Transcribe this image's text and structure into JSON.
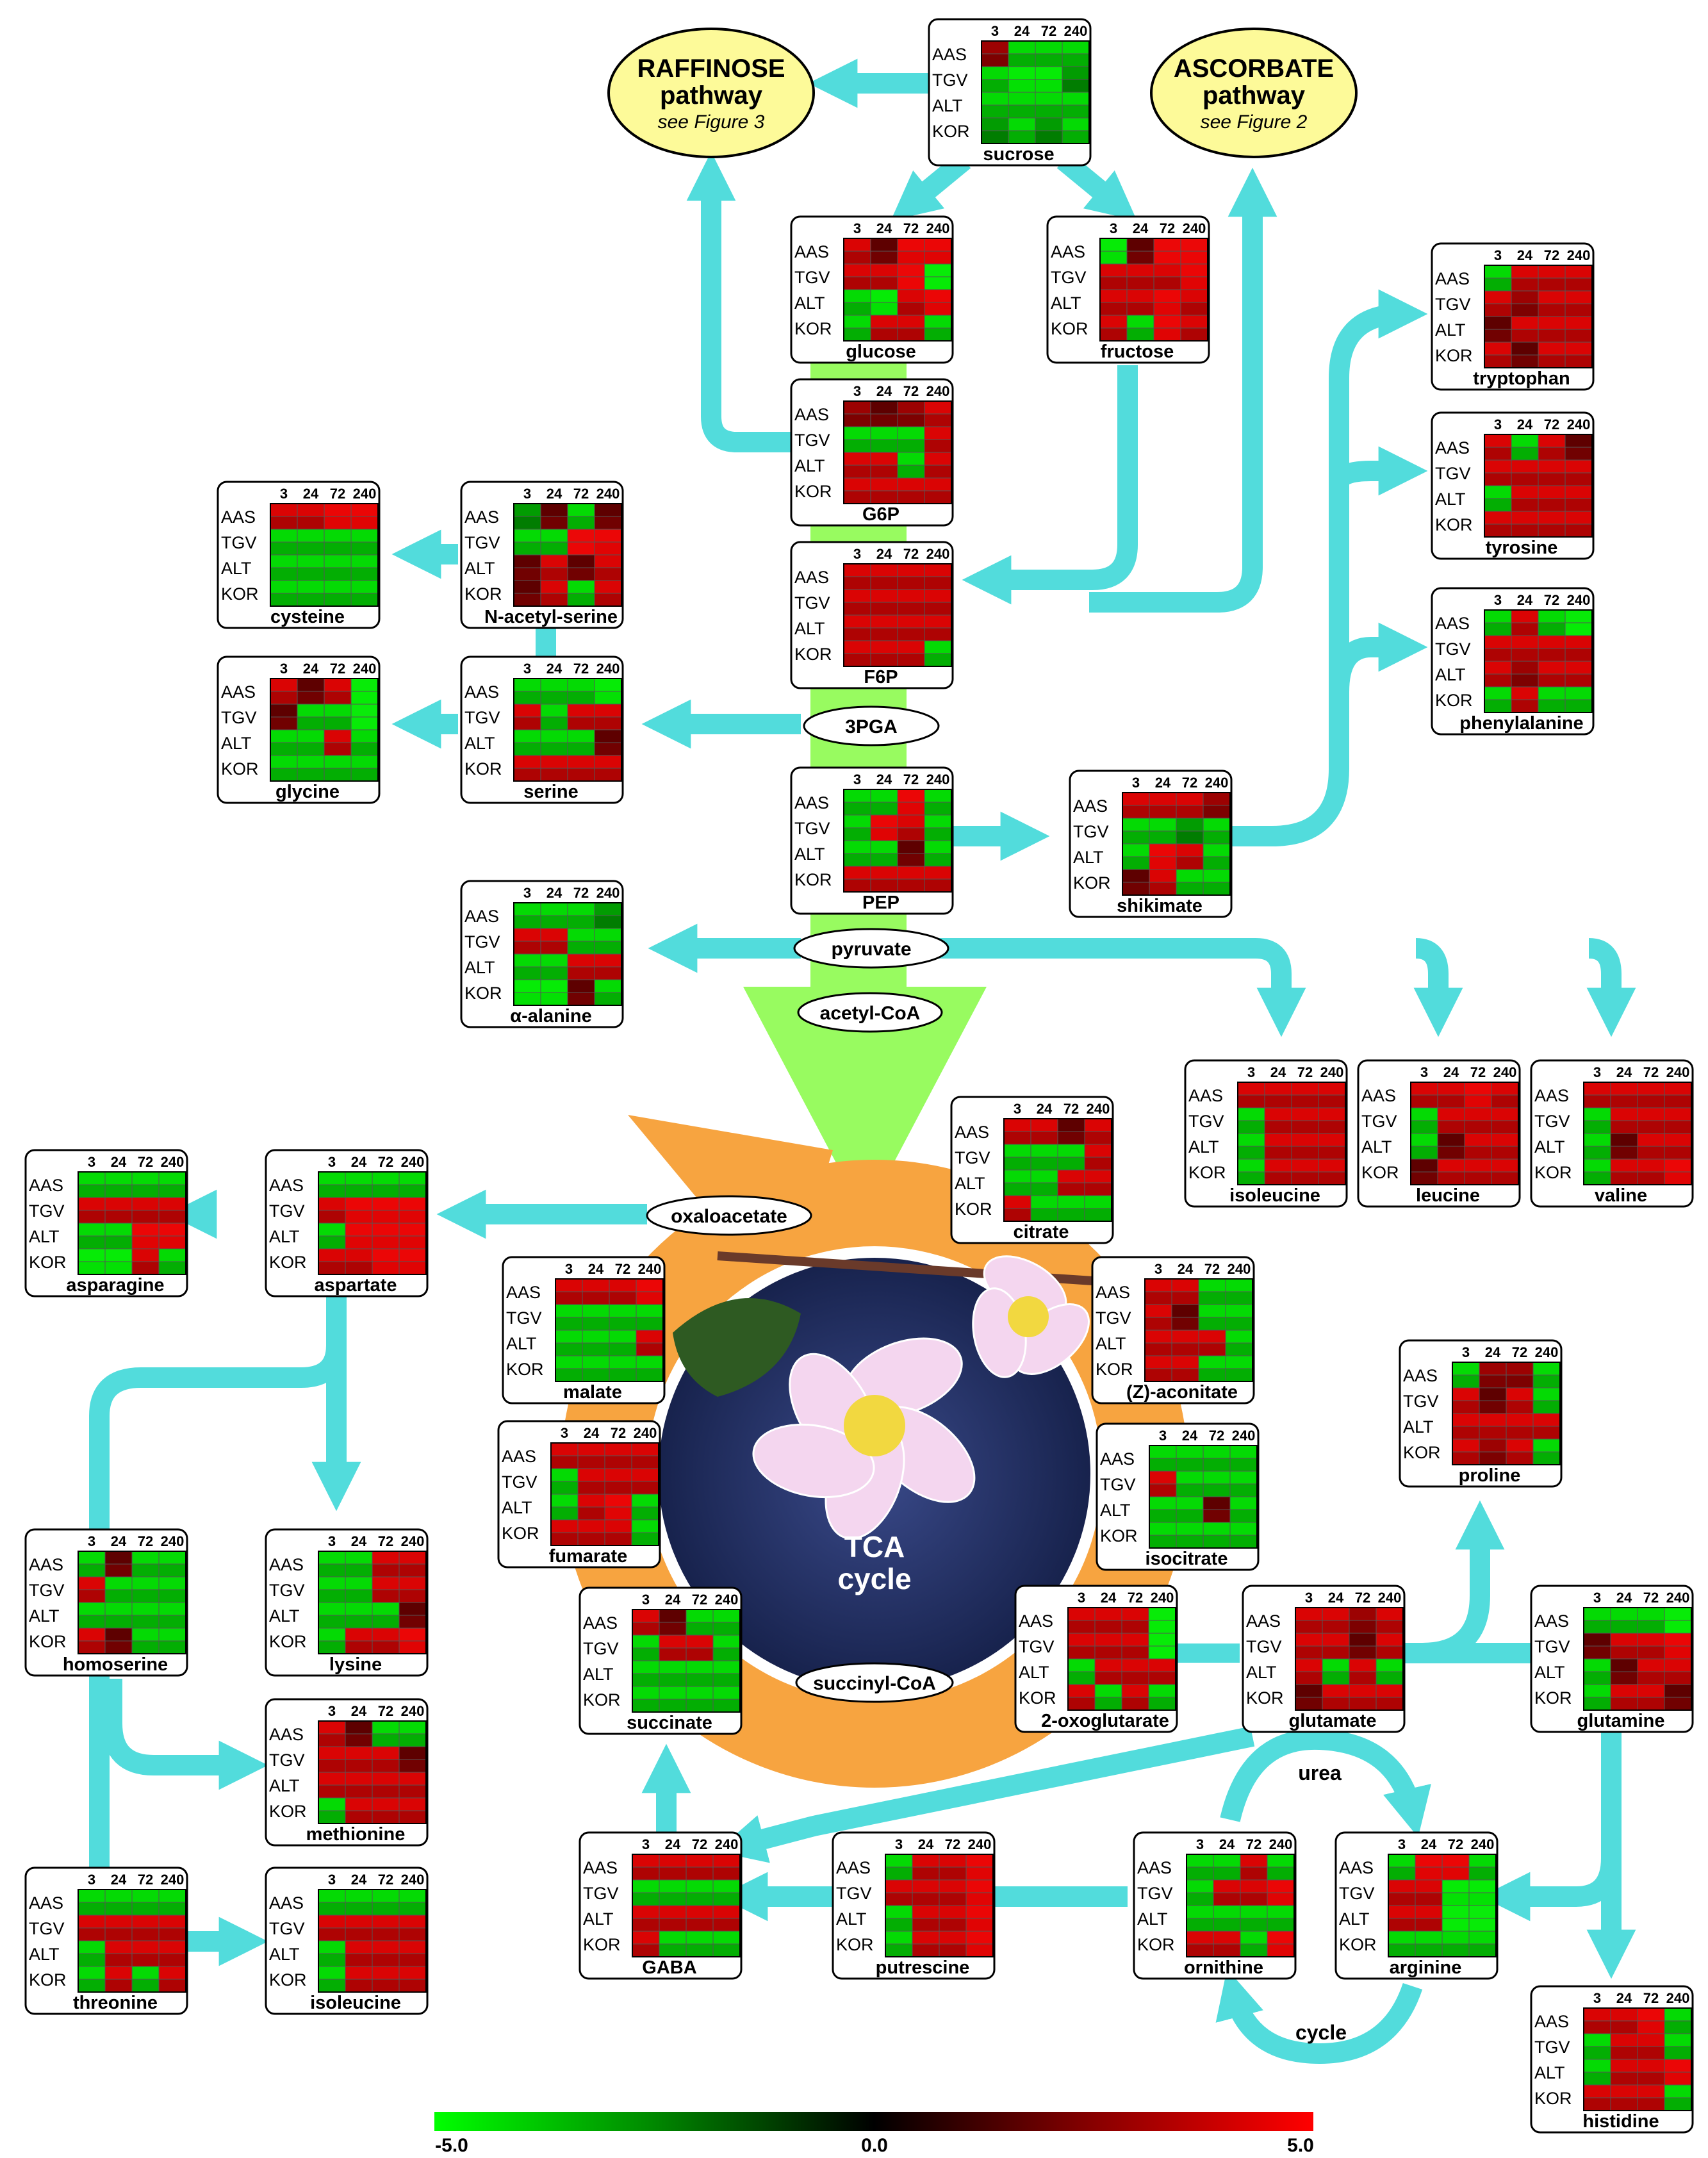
{
  "header": {
    "times": [
      "3",
      "24",
      "72",
      "240"
    ],
    "rows": [
      "AAS",
      "TGV",
      "ALT",
      "KOR"
    ]
  },
  "legend": {
    "min": "-5.0",
    "mid": "0.0",
    "max": "5.0",
    "gradient": [
      "#00ff00",
      "#008800",
      "#000000",
      "#880000",
      "#ff0000"
    ]
  },
  "colors": {
    "arrow": "#52dcdc",
    "glycolysis": "#98fb60",
    "tca": "#f7a440",
    "ellipse_fill": "#fdfa99"
  },
  "pathway_bubbles": [
    {
      "id": "raffinose",
      "title": [
        "RAFFINOSE",
        "pathway"
      ],
      "note": "see Figure 3"
    },
    {
      "id": "ascorbate",
      "title": [
        "ASCORBATE",
        "pathway"
      ],
      "note": "see Figure 2"
    }
  ],
  "labels": {
    "pga3": "3PGA",
    "pyruvate": "pyruvate",
    "acetylcoa": "acetyl-CoA",
    "oxaloacetate": "oxaloacetate",
    "succinylcoa": "succinyl-CoA",
    "tca": [
      "TCA",
      "cycle"
    ],
    "urea": "urea",
    "cycle": "cycle"
  },
  "heatmaps": [
    {
      "id": "sucrose",
      "name": "sucrose",
      "cells": [
        1,
        -2,
        -2,
        -2,
        -2,
        -3,
        -3,
        -1,
        -2,
        -2,
        -2,
        -2,
        -1,
        -2,
        -1,
        -2
      ]
    },
    {
      "id": "glucose",
      "name": "glucose",
      "cells": [
        2,
        0,
        3,
        3,
        2,
        2,
        4,
        -4,
        -2,
        -3,
        2,
        3,
        -2,
        2,
        2,
        -2
      ]
    },
    {
      "id": "fructose",
      "name": "fructose",
      "cells": [
        -3,
        0,
        4,
        4,
        2,
        2,
        2,
        3,
        2,
        2,
        3,
        2,
        2,
        -2,
        3,
        2
      ]
    },
    {
      "id": "g6p",
      "name": "G6P",
      "cells": [
        1,
        0,
        1,
        2,
        -2,
        -2,
        -2,
        2,
        2,
        2,
        -2,
        2,
        2,
        2,
        2,
        2
      ]
    },
    {
      "id": "f6p",
      "name": "F6P",
      "cells": [
        2,
        2,
        2,
        2,
        2,
        2,
        2,
        2,
        2,
        2,
        2,
        2,
        2,
        2,
        2,
        -2
      ]
    },
    {
      "id": "pep",
      "name": "PEP",
      "cells": [
        -2,
        -2,
        3,
        -2,
        -2,
        3,
        2,
        -2,
        -2,
        -2,
        0,
        -2,
        2,
        2,
        2,
        2
      ]
    },
    {
      "id": "shikimate",
      "name": "shikimate",
      "cells": [
        2,
        2,
        2,
        1,
        -2,
        -2,
        -1,
        -2,
        -2,
        3,
        2,
        -2,
        0,
        2,
        -2,
        -2
      ]
    },
    {
      "id": "tryptophan",
      "name": "tryptophan",
      "cells": [
        -2,
        2,
        2,
        2,
        2,
        1,
        2,
        2,
        0,
        2,
        2,
        2,
        2,
        0,
        2,
        2
      ]
    },
    {
      "id": "tyrosine",
      "name": "tyrosine",
      "cells": [
        2,
        -2,
        2,
        0,
        2,
        2,
        2,
        2,
        -2,
        2,
        2,
        2,
        2,
        2,
        2,
        2
      ]
    },
    {
      "id": "phenylalanine",
      "name": "phenylalanine",
      "cells": [
        -2,
        2,
        -2,
        -4,
        2,
        2,
        2,
        2,
        2,
        1,
        2,
        2,
        -2,
        2,
        -2,
        -2
      ]
    },
    {
      "id": "nacetylserine",
      "name": "N-acetyl-serine",
      "cells": [
        -1,
        0,
        -2,
        0,
        -2,
        -2,
        4,
        3,
        0,
        2,
        0,
        2,
        0,
        2,
        -2,
        2
      ]
    },
    {
      "id": "cysteine",
      "name": "cysteine",
      "cells": [
        2,
        2,
        3,
        3,
        -2,
        -2,
        -2,
        -2,
        -2,
        -2,
        -2,
        -2,
        -2,
        -2,
        -2,
        -2
      ]
    },
    {
      "id": "serine",
      "name": "serine",
      "cells": [
        -2,
        -2,
        -2,
        -3,
        2,
        -2,
        2,
        2,
        -2,
        -2,
        -2,
        0,
        2,
        2,
        2,
        2
      ]
    },
    {
      "id": "glycine",
      "name": "glycine",
      "cells": [
        2,
        0,
        2,
        -4,
        0,
        -2,
        -2,
        -5,
        -2,
        -2,
        2,
        -2,
        -2,
        -2,
        -2,
        -2
      ]
    },
    {
      "id": "alanine",
      "name": "α-alanine",
      "cells": [
        -2,
        -2,
        -2,
        -1,
        2,
        2,
        -2,
        -2,
        -2,
        -2,
        2,
        2,
        -3,
        -3,
        0,
        -2
      ]
    },
    {
      "id": "isoleucine1",
      "name": "isoleucine",
      "cells": [
        2,
        2,
        2,
        2,
        -2,
        2,
        2,
        2,
        -2,
        2,
        2,
        2,
        -2,
        2,
        2,
        2
      ]
    },
    {
      "id": "leucine",
      "name": "leucine",
      "cells": [
        2,
        2,
        3,
        2,
        -2,
        2,
        2,
        2,
        -2,
        0,
        2,
        2,
        0,
        2,
        2,
        2
      ]
    },
    {
      "id": "valine",
      "name": "valine",
      "cells": [
        2,
        2,
        2,
        2,
        -2,
        2,
        2,
        2,
        -2,
        0,
        2,
        2,
        -2,
        2,
        2,
        3
      ]
    },
    {
      "id": "citrate",
      "name": "citrate",
      "cells": [
        2,
        2,
        0,
        2,
        -2,
        -2,
        -2,
        2,
        -2,
        -2,
        2,
        2,
        2,
        -2,
        -2,
        -2
      ]
    },
    {
      "id": "asparagine",
      "name": "asparagine",
      "cells": [
        -2,
        -2,
        -2,
        -2,
        2,
        2,
        2,
        2,
        -2,
        -2,
        3,
        3,
        -3,
        -3,
        2,
        -2
      ]
    },
    {
      "id": "aspartate",
      "name": "aspartate",
      "cells": [
        -2,
        -2,
        -2,
        -2,
        2,
        3,
        3,
        3,
        -2,
        3,
        3,
        3,
        2,
        2,
        3,
        3
      ]
    },
    {
      "id": "malate",
      "name": "malate",
      "cells": [
        2,
        2,
        2,
        3,
        -2,
        -2,
        -2,
        -2,
        -2,
        -2,
        -2,
        2,
        -2,
        -2,
        -2,
        -2
      ]
    },
    {
      "id": "zaconitate",
      "name": "(Z)-aconitate",
      "cells": [
        2,
        2,
        -2,
        -2,
        2,
        0,
        -2,
        -2,
        2,
        2,
        2,
        -2,
        2,
        2,
        -2,
        -2
      ]
    },
    {
      "id": "proline",
      "name": "proline",
      "cells": [
        -2,
        1,
        1,
        -2,
        2,
        0,
        2,
        -2,
        2,
        2,
        2,
        2,
        2,
        1,
        2,
        -2
      ]
    },
    {
      "id": "fumarate",
      "name": "fumarate",
      "cells": [
        2,
        2,
        2,
        2,
        -2,
        2,
        2,
        2,
        -2,
        2,
        3,
        -2,
        2,
        2,
        2,
        -2
      ]
    },
    {
      "id": "isocitrate",
      "name": "isocitrate",
      "cells": [
        -2,
        -2,
        -2,
        -2,
        2,
        -2,
        -2,
        -2,
        -2,
        -2,
        0,
        -2,
        -2,
        -2,
        -2,
        -2
      ]
    },
    {
      "id": "homoserine",
      "name": "homoserine",
      "cells": [
        -2,
        0,
        -2,
        -2,
        2,
        -2,
        -2,
        -2,
        -2,
        -2,
        -2,
        -2,
        2,
        0,
        -2,
        -2
      ]
    },
    {
      "id": "lysine",
      "name": "lysine",
      "cells": [
        -2,
        -2,
        2,
        2,
        -2,
        -2,
        2,
        2,
        -2,
        -2,
        -2,
        0,
        -2,
        2,
        2,
        3
      ]
    },
    {
      "id": "succinate",
      "name": "succinate",
      "cells": [
        2,
        0,
        -2,
        -2,
        -2,
        2,
        2,
        -2,
        -2,
        -2,
        -2,
        -2,
        -2,
        -2,
        -2,
        -2
      ]
    },
    {
      "id": "oxoglutarate",
      "name": "2-oxoglutarate",
      "cells": [
        2,
        2,
        2,
        -4,
        2,
        2,
        2,
        -4,
        -2,
        2,
        2,
        2,
        2,
        -2,
        2,
        -2
      ]
    },
    {
      "id": "glutamate",
      "name": "glutamate",
      "cells": [
        2,
        2,
        1,
        2,
        2,
        2,
        0,
        2,
        2,
        -2,
        2,
        -2,
        0,
        2,
        2,
        2
      ]
    },
    {
      "id": "glutamine",
      "name": "glutamine",
      "cells": [
        -2,
        -2,
        -2,
        -4,
        0,
        2,
        2,
        3,
        -2,
        0,
        2,
        2,
        -2,
        2,
        2,
        0
      ]
    },
    {
      "id": "methionine",
      "name": "methionine",
      "cells": [
        2,
        0,
        -2,
        -2,
        2,
        2,
        2,
        0,
        2,
        2,
        2,
        2,
        -2,
        2,
        2,
        2
      ]
    },
    {
      "id": "threonine",
      "name": "threonine",
      "cells": [
        -2,
        -2,
        -2,
        -2,
        2,
        2,
        2,
        2,
        -2,
        2,
        2,
        2,
        -2,
        2,
        -2,
        2
      ]
    },
    {
      "id": "isoleucine2",
      "name": "isoleucine",
      "cells": [
        -2,
        -2,
        -2,
        -2,
        2,
        2,
        2,
        2,
        -2,
        2,
        2,
        2,
        -2,
        2,
        2,
        2
      ]
    },
    {
      "id": "gaba",
      "name": "GABA",
      "cells": [
        2,
        2,
        2,
        2,
        -2,
        -2,
        -2,
        -2,
        2,
        2,
        2,
        2,
        2,
        -2,
        -2,
        -2
      ]
    },
    {
      "id": "putrescine",
      "name": "putrescine",
      "cells": [
        -2,
        2,
        2,
        3,
        2,
        2,
        2,
        3,
        -2,
        2,
        2,
        3,
        -2,
        2,
        2,
        3
      ]
    },
    {
      "id": "ornithine",
      "name": "ornithine",
      "cells": [
        -2,
        -2,
        2,
        -2,
        -2,
        2,
        2,
        3,
        -2,
        -2,
        -2,
        -2,
        2,
        2,
        -2,
        3
      ]
    },
    {
      "id": "arginine",
      "name": "arginine",
      "cells": [
        -2,
        3,
        3,
        -2,
        2,
        2,
        -3,
        -3,
        2,
        2,
        -4,
        -5,
        -2,
        -2,
        -2,
        -2
      ]
    },
    {
      "id": "histidine",
      "name": "histidine",
      "cells": [
        2,
        2,
        3,
        -2,
        -2,
        2,
        2,
        -2,
        -2,
        2,
        2,
        3,
        2,
        2,
        2,
        -2
      ]
    }
  ]
}
